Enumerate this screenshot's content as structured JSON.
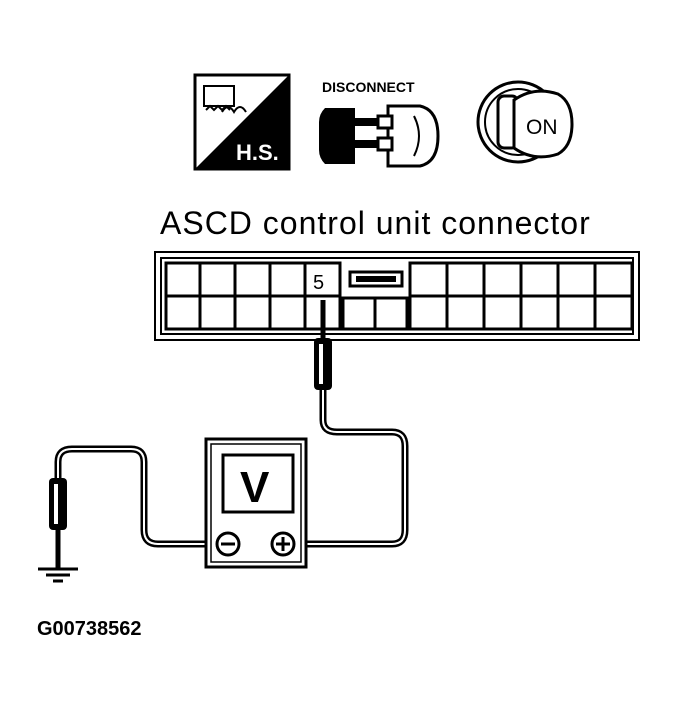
{
  "icons": {
    "harness_sensor_label": "H.S.",
    "disconnect_label": "DISCONNECT",
    "ignition_label": "ON"
  },
  "connector": {
    "title": "ASCD control unit connector",
    "terminal_number": "5"
  },
  "meter": {
    "display_label": "V",
    "negative_symbol": "⊖",
    "positive_symbol": "⊕"
  },
  "figure_id": "G00738562"
}
